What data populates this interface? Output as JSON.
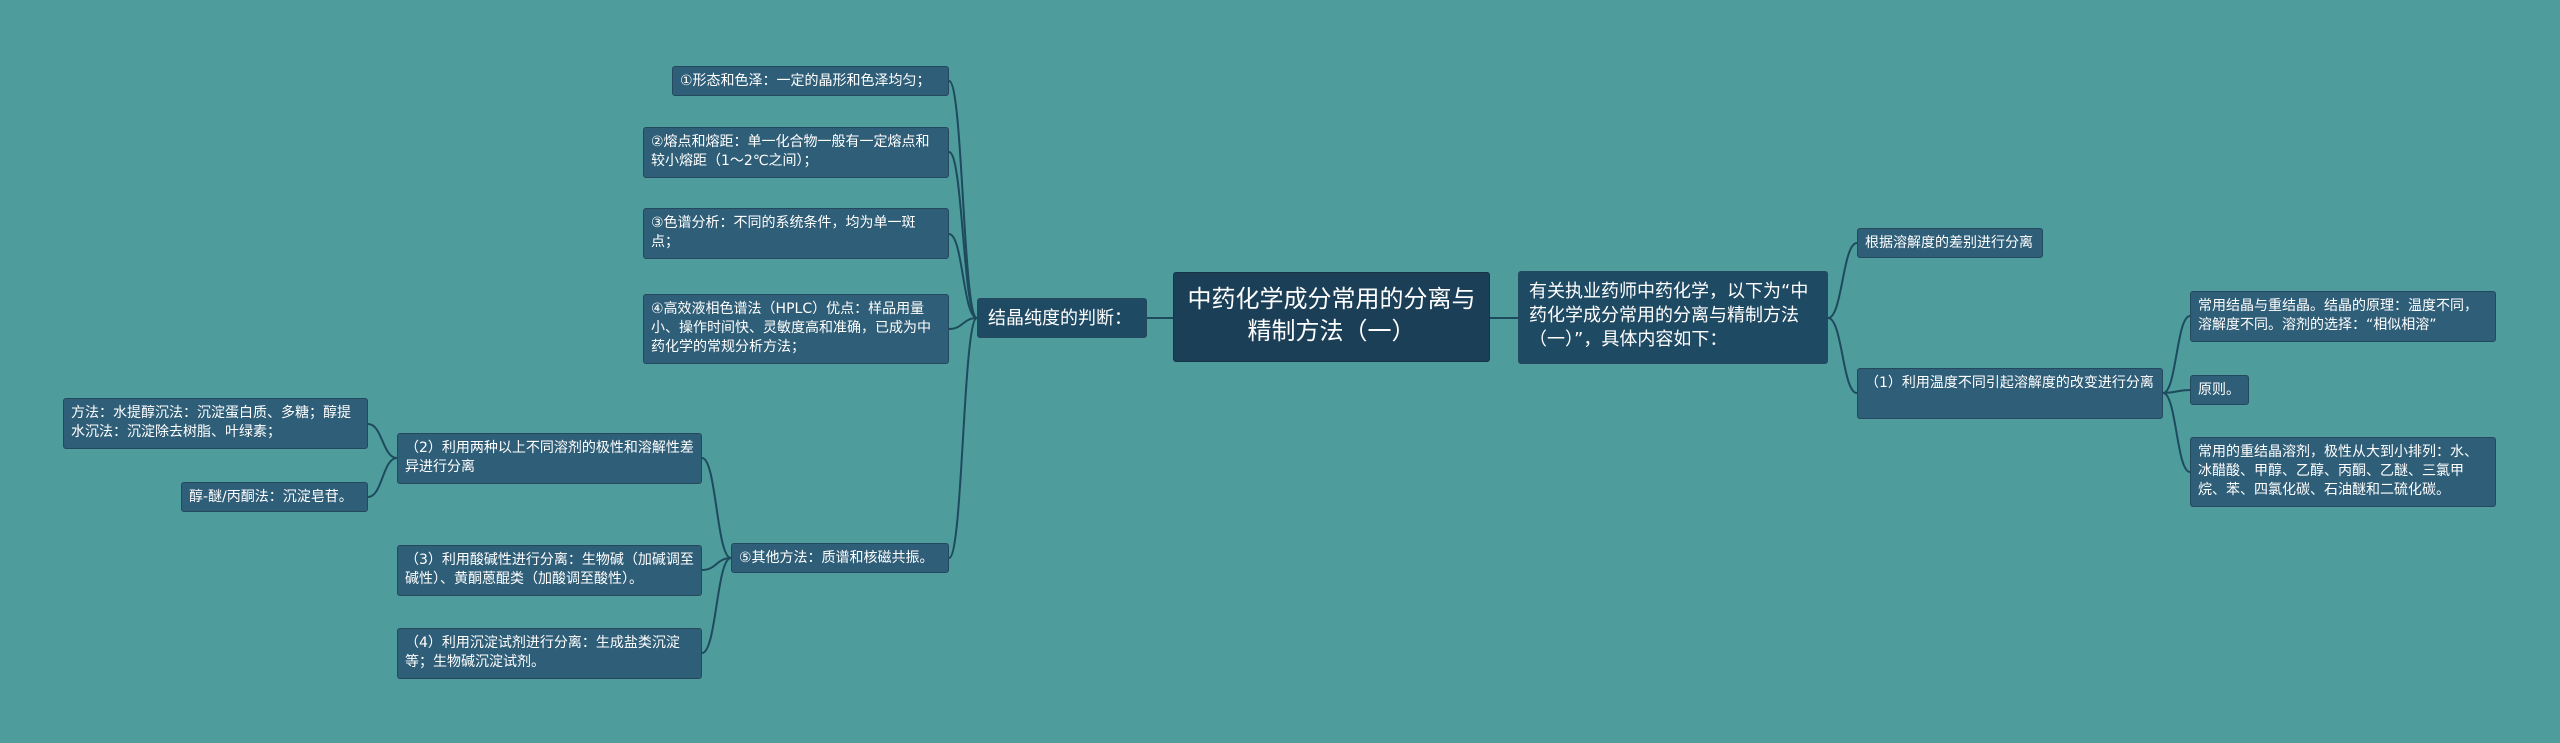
{
  "root": {
    "title": "中药化学成分常用的分离与精制方法（一）"
  },
  "left": {
    "judge_title": "结晶纯度的判断：",
    "judge_items": [
      "①形态和色泽：一定的晶形和色泽均匀；",
      "②熔点和熔距：单一化合物一般有一定熔点和较小熔距（1～2℃之间）；",
      "③色谱分析：不同的系统条件，均为单一斑点；",
      "④高效液相色谱法（HPLC）优点：样品用量小、操作时间快、灵敏度高和准确，已成为中药化学的常规分析方法；",
      "⑤其他方法：质谱和核磁共振。"
    ],
    "sub_items": [
      "（2）利用两种以上不同溶剂的极性和溶解性差异进行分离",
      "（3）利用酸碱性进行分离：生物碱（加碱调至碱性）、黄酮蒽醌类（加酸调至酸性）。",
      "（4）利用沉淀试剂进行分离：生成盐类沉淀等；生物碱沉淀试剂。"
    ],
    "leaf_items": [
      "方法：水提醇沉法：沉淀蛋白质、多糖；醇提水沉法：沉淀除去树脂、叶绿素；",
      "醇-醚/丙酮法：沉淀皂苷。"
    ]
  },
  "right": {
    "intro": "有关执业药师中药化学，以下为“中药化学成分常用的分离与精制方法（一）”，具体内容如下：",
    "items": [
      "根据溶解度的差别进行分离",
      "（1）利用温度不同引起溶解度的改变进行分离"
    ],
    "leaf_items": [
      "常用结晶与重结晶。结晶的原理：温度不同，溶解度不同。溶剂的选择：“相似相溶”",
      "原则。",
      "常用的重结晶溶剂，极性从大到小排列：水、冰醋酸、甲醇、乙醇、丙酮、乙醚、三氯甲烷、苯、四氯化碳、石油醚和二硫化碳。"
    ]
  },
  "colors": {
    "background": "#4e9c9c",
    "node": "#2f5e78",
    "root": "#1b3f57",
    "line": "#1e4a5e"
  }
}
